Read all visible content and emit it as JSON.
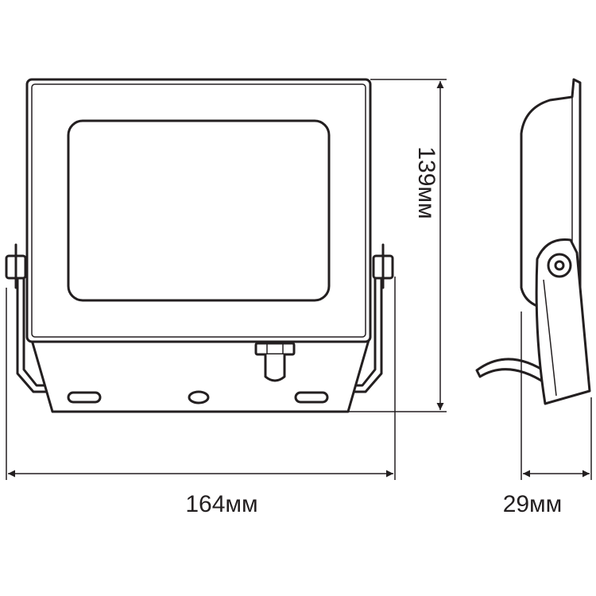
{
  "dimensions": {
    "width_label": "164мм",
    "height_label": "139мм",
    "depth_label": "29мм"
  }
}
